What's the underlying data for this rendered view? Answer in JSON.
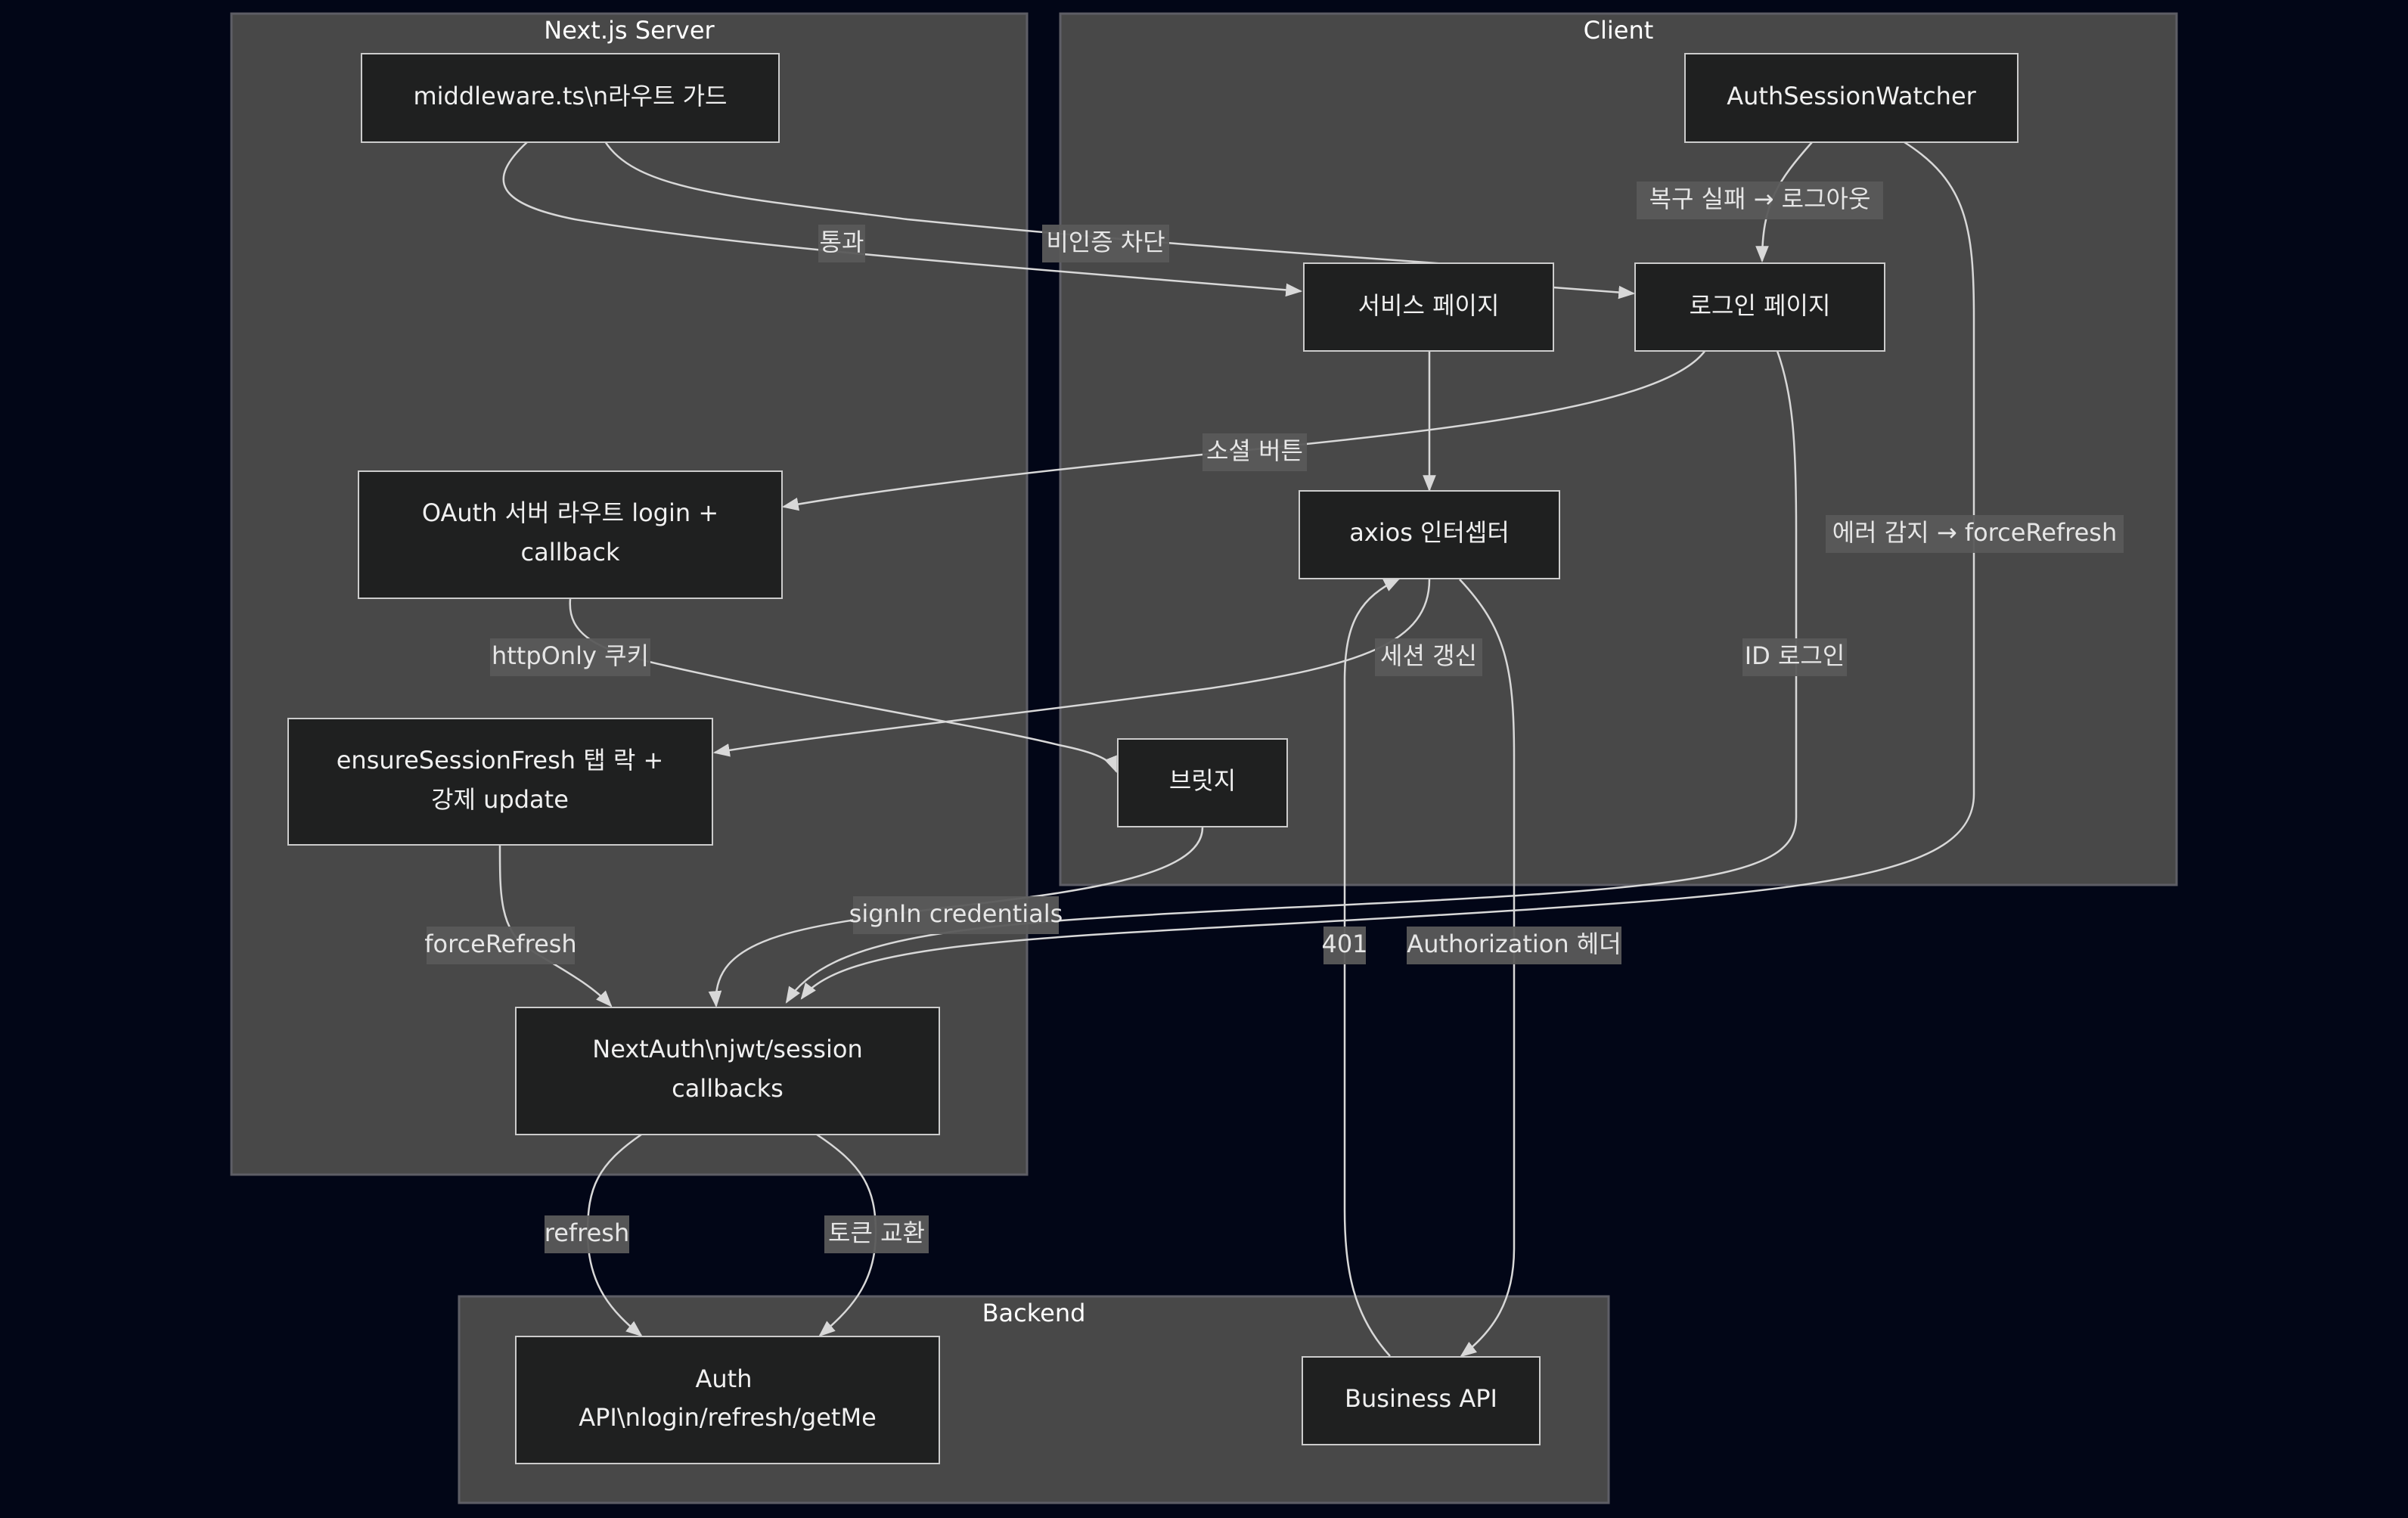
{
  "clusters": {
    "server": "Next.js Server",
    "client": "Client",
    "backend": "Backend"
  },
  "nodes": {
    "middleware": [
      "middleware.ts\\n라우트 가드"
    ],
    "oauth": [
      "OAuth 서버 라우트 login +",
      "callback"
    ],
    "ensure": [
      "ensureSessionFresh 탭 락 +",
      "강제 update"
    ],
    "nextauth": [
      "NextAuth\\njwt/session",
      "callbacks"
    ],
    "watcher": [
      "AuthSessionWatcher"
    ],
    "service": [
      "서비스 페이지"
    ],
    "login": [
      "로그인 페이지"
    ],
    "axios": [
      "axios 인터셉터"
    ],
    "bridge": [
      "브릿지"
    ],
    "authapi": [
      "Auth",
      "API\\nlogin/refresh/getMe"
    ],
    "bizapi": [
      "Business API"
    ]
  },
  "edges": {
    "pass": "통과",
    "block": "비인증 차단",
    "recover_fail": "복구 실패 → 로그아웃",
    "social": "소셜 버튼",
    "error_detect": "에러 감지 → forceRefresh",
    "http_only": "httpOnly 쿠키",
    "session_renew": "세션 갱신",
    "id_login": "ID 로그인",
    "signin": "signIn credentials",
    "force_refresh": "forceRefresh",
    "e401": "401",
    "auth_header": "Authorization 헤더",
    "refresh": "refresh",
    "token_exchange": "토큰 교환"
  }
}
